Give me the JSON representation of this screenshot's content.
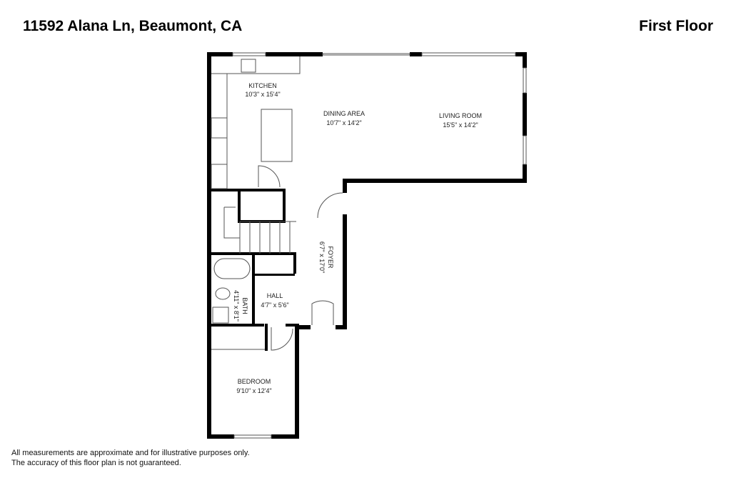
{
  "header": {
    "address": "11592 Alana Ln, Beaumont, CA",
    "floor": "First Floor"
  },
  "rooms": [
    {
      "name": "KITCHEN",
      "dims": "10'3\" x 15'4\""
    },
    {
      "name": "DINING AREA",
      "dims": "10'7\" x 14'2\""
    },
    {
      "name": "LIVING ROOM",
      "dims": "15'5\" x 14'2\""
    },
    {
      "name": "FOYER",
      "dims": "6'7\" x 17'0\""
    },
    {
      "name": "BATH",
      "dims": "4'11\" x 8'1\""
    },
    {
      "name": "HALL",
      "dims": "4'7\" x 5'6\""
    },
    {
      "name": "BEDROOM",
      "dims": "9'10\" x 12'4\""
    }
  ],
  "disclaimer": {
    "line1": "All measurements are approximate and for illustrative purposes only.",
    "line2": "The accuracy of this floor plan is not guaranteed."
  }
}
